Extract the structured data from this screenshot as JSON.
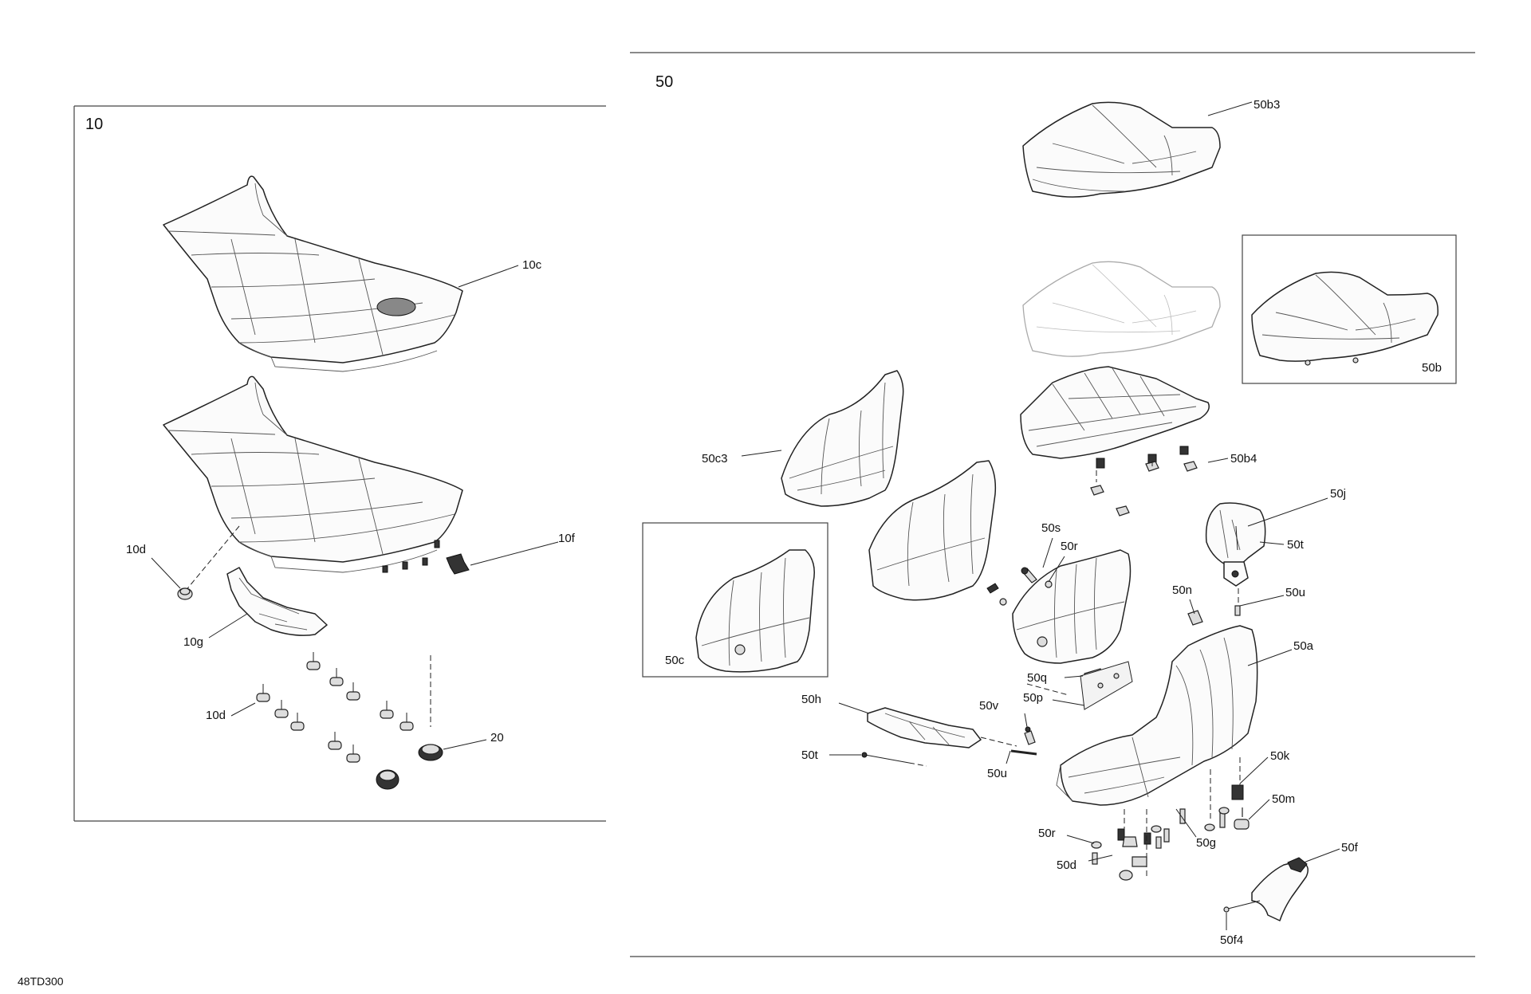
{
  "diagram": {
    "ref_code": "48TD300",
    "panels": [
      {
        "id": "left",
        "title": "10"
      },
      {
        "id": "right",
        "title": "50"
      },
      {
        "id": "inset-b",
        "title": "50b"
      },
      {
        "id": "inset-c",
        "title": "50c"
      }
    ],
    "callouts": [
      "10c",
      "10f",
      "10d",
      "10g",
      "10d",
      "20",
      "50b3",
      "50c3",
      "50b4",
      "50s",
      "50r",
      "50j",
      "50t",
      "50n",
      "50u",
      "50a",
      "50q",
      "50p",
      "50v",
      "50h",
      "50t",
      "50u",
      "50k",
      "50m",
      "50r",
      "50g",
      "50d",
      "50f",
      "50f4"
    ]
  }
}
